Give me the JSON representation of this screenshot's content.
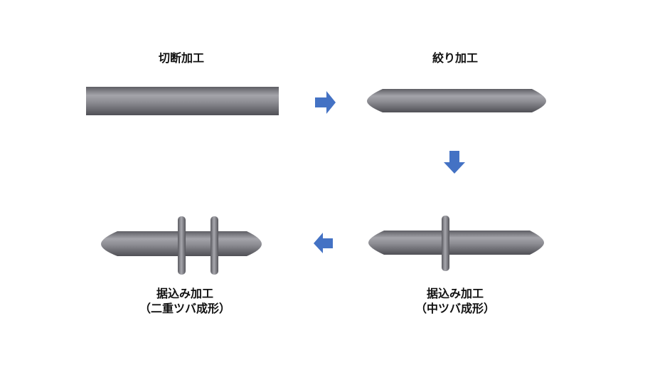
{
  "steps": [
    {
      "label": "切断加工"
    },
    {
      "label": "絞り加工"
    },
    {
      "label": "据込み加工",
      "sublabel": "（中ツバ成形）"
    },
    {
      "label": "据込み加工",
      "sublabel": "（二重ツバ成形）"
    }
  ],
  "colors": {
    "rod_dark": "#56565c",
    "rod_mid": "#8e8e94",
    "rod_light": "#a6a6ac",
    "arrow": "#4472c4"
  }
}
